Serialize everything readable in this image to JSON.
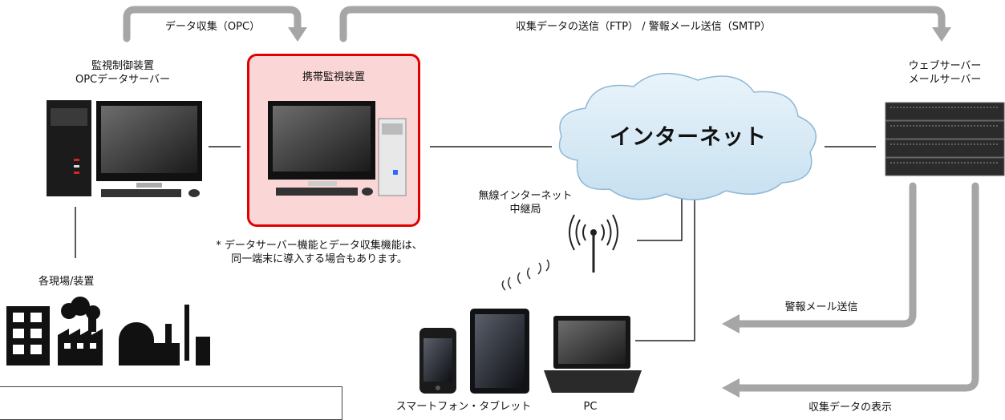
{
  "arrows": {
    "opc_collect": "データ収集（OPC）",
    "send_top": "収集データの送信（FTP） / 警報メール送信（SMTP）",
    "alarm_mail": "警報メール送信",
    "show_data": "収集データの表示"
  },
  "nodes": {
    "monitor_server": {
      "line1": "監視制御装置",
      "line2": "OPCデータサーバー"
    },
    "portable": {
      "title": "携帯監視装置"
    },
    "web_server": {
      "line1": "ウェブサーバー",
      "line2": "メールサーバー"
    },
    "internet": "インターネット",
    "wireless": {
      "line1": "無線インターネット",
      "line2": "中継局"
    },
    "sites": "各現場/装置",
    "devices": {
      "phone_tablet": "スマートフォン・タブレット",
      "pc": "PC"
    }
  },
  "note": {
    "line1": "* データサーバー機能とデータ収集機能は、",
    "line2": "同一端末に導入する場合もあります。"
  },
  "colors": {
    "arrow": "#a6a6a6",
    "highlight_border": "#e00000",
    "highlight_fill": "#fbd6d6",
    "cloud": "#d6e9f5"
  }
}
